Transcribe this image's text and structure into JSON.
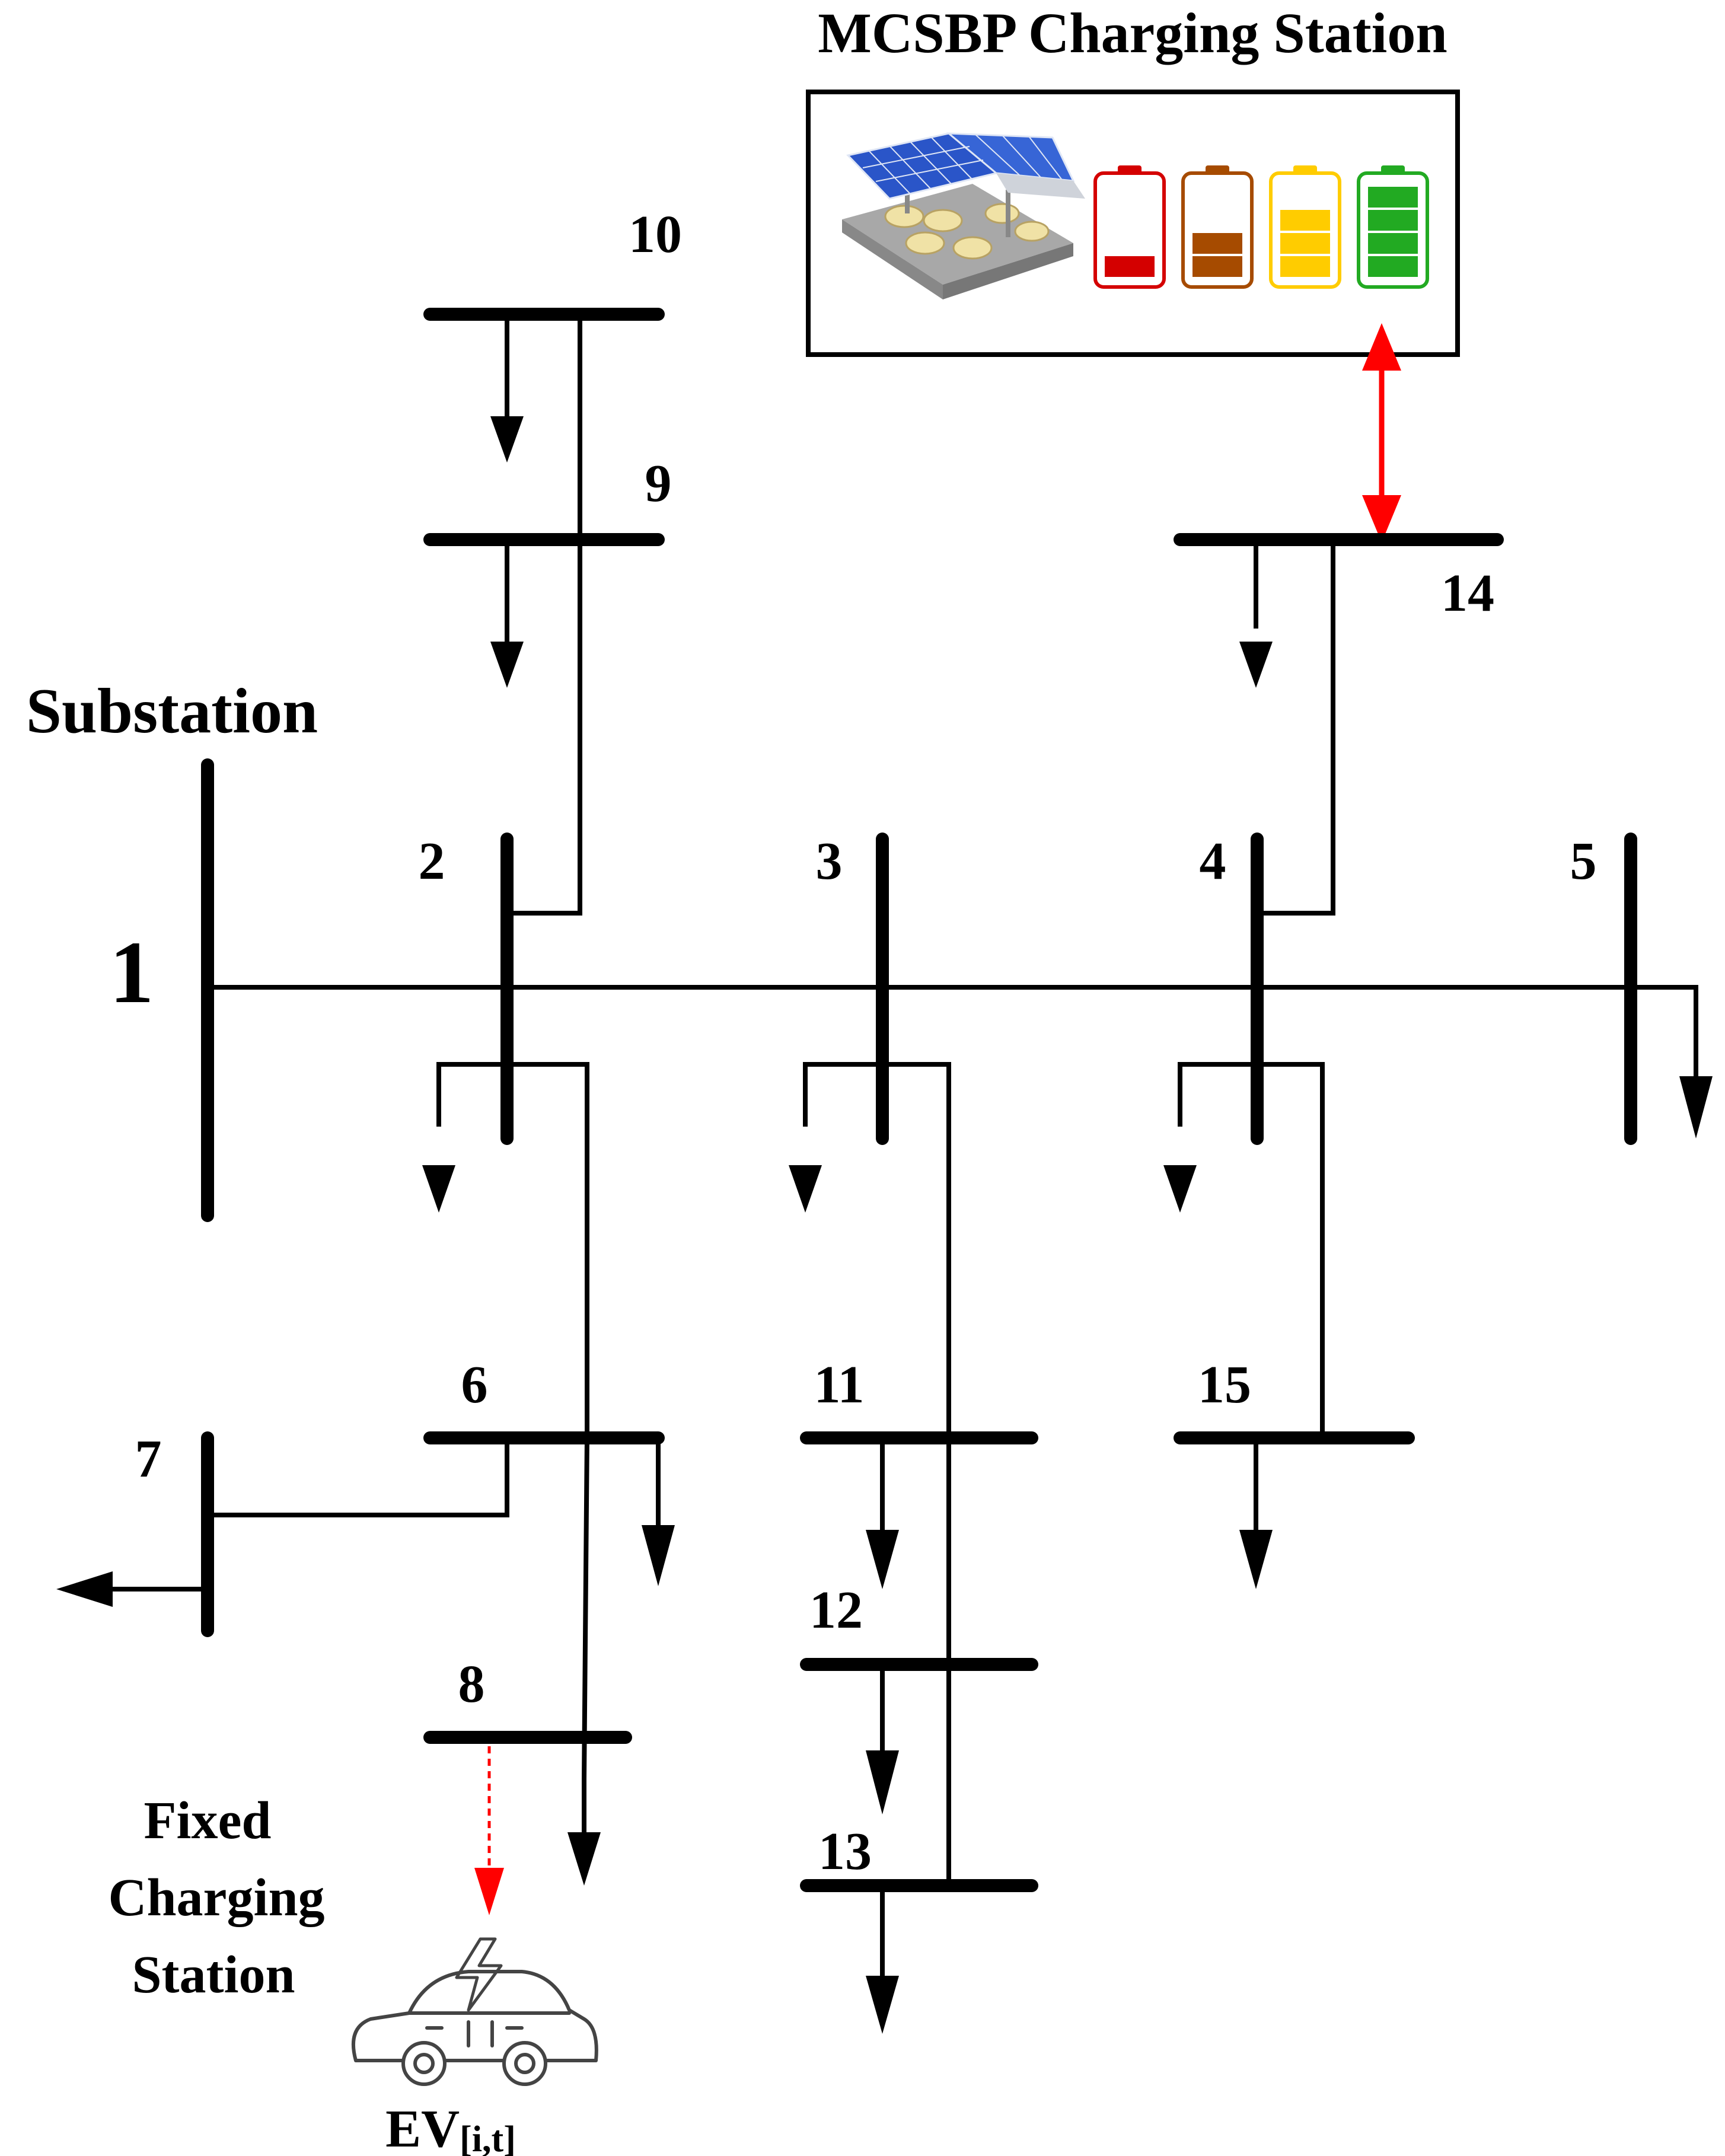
{
  "title": "MCSBP Charging Station",
  "substation_label": "Substation",
  "fixed_station_label": [
    "Fixed",
    "Charging",
    "Station"
  ],
  "ev_label": {
    "main": "EV",
    "sub": "[i,t]"
  },
  "buses": {
    "b1": "1",
    "b2": "2",
    "b3": "3",
    "b4": "4",
    "b5": "5",
    "b6": "6",
    "b7": "7",
    "b8": "8",
    "b9": "9",
    "b10": "10",
    "b11": "11",
    "b12": "12",
    "b13": "13",
    "b14": "14",
    "b15": "15"
  },
  "colors": {
    "line": "#000000",
    "mcsbp_link": "#ff0000",
    "fixed_link": "#ff0000",
    "battery_low": "#d40000",
    "battery_mid": "#a64b00",
    "battery_high": "#ffcc00",
    "battery_full": "#22aa22",
    "solar_panel": "#2a55c8"
  },
  "icons": {
    "charging_station": "solar-carport-icon",
    "batteries": [
      "battery-low-icon",
      "battery-medium-icon",
      "battery-high-icon",
      "battery-full-icon"
    ],
    "ev": "electric-car-icon"
  },
  "battery_levels": [
    0.25,
    0.5,
    0.75,
    1.0
  ]
}
